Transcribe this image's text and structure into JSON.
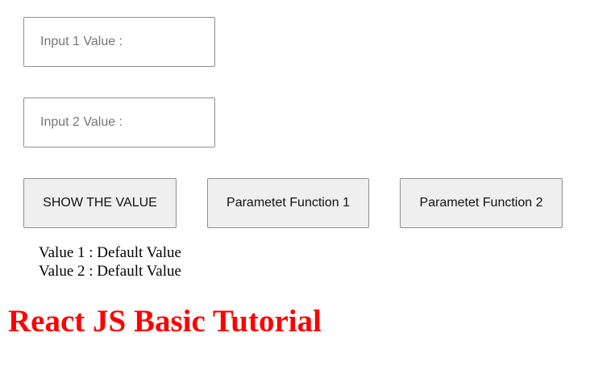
{
  "inputs": {
    "input1": {
      "value": "",
      "placeholder": "Input 1 Value :"
    },
    "input2": {
      "value": "",
      "placeholder": "Input 2 Value :"
    }
  },
  "buttons": {
    "show": "SHOW THE VALUE",
    "param1": "Parametet Function 1",
    "param2": "Parametet Function 2"
  },
  "output": {
    "value1_label": "Value 1 :",
    "value1": "Default Value",
    "value2_label": "Value 2 :",
    "value2": "Default Value"
  },
  "heading": {
    "title": "React JS Basic Tutorial",
    "color": "#ff0000"
  }
}
